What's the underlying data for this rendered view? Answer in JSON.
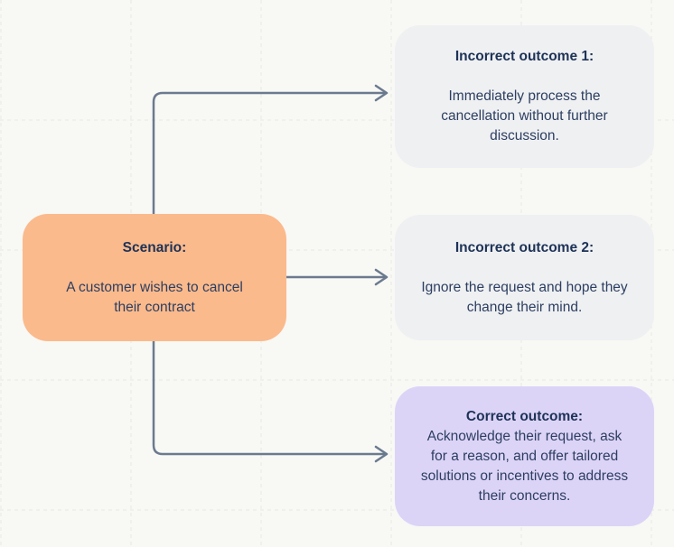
{
  "diagram": {
    "scenario": {
      "title": "Scenario:",
      "body_lines": [
        "A customer wishes to cancel",
        "their contract"
      ]
    },
    "outcomes": [
      {
        "title": "Incorrect outcome 1:",
        "body_lines": [
          "Immediately process the",
          "cancellation without further",
          "discussion."
        ]
      },
      {
        "title": "Incorrect outcome 2:",
        "body_lines": [
          "Ignore the request and hope they",
          "change their mind."
        ]
      },
      {
        "title": "Correct outcome:",
        "body_lines": [
          "Acknowledge their request, ask",
          "for a reason, and offer tailored",
          "solutions or incentives to address",
          "their concerns."
        ]
      }
    ]
  },
  "colors": {
    "background": "#F8F8F5",
    "gridline": "#E7E7E2",
    "arrow": "#6B7A8E",
    "scenario_fill": "#FBBA8C",
    "incorrect_fill": "#EFF0F2",
    "correct_fill": "#DCD4F7",
    "title_text": "#1D3257",
    "body_text": "#2C3E61"
  }
}
